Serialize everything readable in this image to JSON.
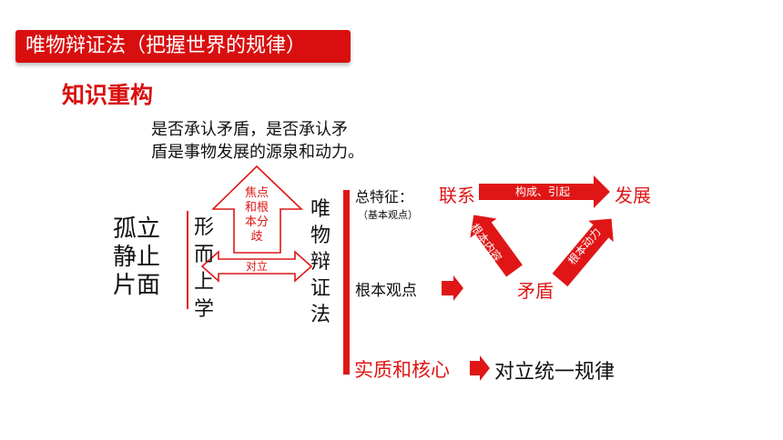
{
  "header": {
    "title": "唯物辩证法（把握世界的规律）"
  },
  "section_title": "知识重构",
  "statement": {
    "line1": "是否承认矛盾，是否承认矛",
    "line2": "盾是事物发展的源泉和动力。"
  },
  "left": {
    "view1": [
      "孤立",
      "静止",
      "片面"
    ],
    "view2": [
      "形",
      "而",
      "上",
      "学"
    ]
  },
  "arrows": {
    "up_text": [
      "焦点",
      "和根",
      "本分",
      "歧"
    ],
    "double_text": "对立"
  },
  "right_title": [
    "唯",
    "物",
    "辩",
    "证",
    "法"
  ],
  "branches": {
    "general_feature": "总特征：",
    "general_feature_sub": "（基本观点）",
    "basic_view": "根本观点",
    "essence": "实质和核心",
    "law": "对立统一规律"
  },
  "triangle": {
    "connection": "联系",
    "development": "发展",
    "contradiction": "矛盾",
    "top_label": "构成、引起",
    "left_label": "根本内容",
    "right_label": "根本动力"
  },
  "colors": {
    "accent": "#e01616",
    "title_bg": "#d90f0f"
  }
}
